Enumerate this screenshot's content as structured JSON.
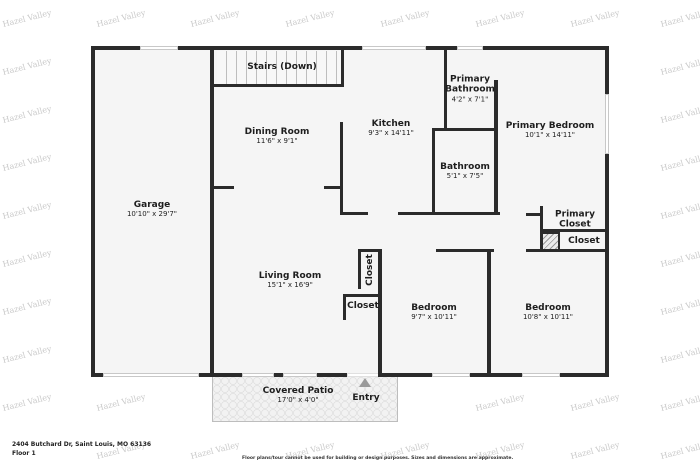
{
  "brand_watermark": "Hazel Valley",
  "floor_plan": {
    "address": "2404 Butchard Dr, Saint Louis, MO 63136",
    "floor_label": "Floor 1",
    "disclaimer": "Floor plans/tour cannot be used for building or design purposes. Sizes and dimensions are approximate.",
    "rooms": {
      "garage": {
        "name": "Garage",
        "dims": "10'10\" x 29'7\""
      },
      "stairs": {
        "name": "Stairs (Down)"
      },
      "dining": {
        "name": "Dining Room",
        "dims": "11'6\" x 9'1\""
      },
      "kitchen": {
        "name": "Kitchen",
        "dims": "9'3\" x 14'11\""
      },
      "primary_bath": {
        "name1": "Primary",
        "name2": "Bathroom",
        "dims": "4'2\" x 7'1\""
      },
      "primary_bed": {
        "name": "Primary Bedroom",
        "dims": "10'1\" x 14'11\""
      },
      "bathroom": {
        "name": "Bathroom",
        "dims": "5'1\" x 7'5\""
      },
      "primary_closet": {
        "name1": "Primary",
        "name2": "Closet"
      },
      "closet_right": {
        "name": "Closet"
      },
      "living": {
        "name": "Living Room",
        "dims": "15'1\" x 16'9\""
      },
      "closet_vertical": {
        "name": "Closet"
      },
      "closet_small": {
        "name": "Closet"
      },
      "bedroom1": {
        "name": "Bedroom",
        "dims": "9'7\" x 10'11\""
      },
      "bedroom2": {
        "name": "Bedroom",
        "dims": "10'8\" x 10'11\""
      },
      "patio": {
        "name": "Covered Patio",
        "dims": "17'0\" x 4'0\""
      },
      "entry": {
        "name": "Entry"
      }
    },
    "colors": {
      "wall": "#2b2b2b",
      "floor": "#f5f5f5",
      "background": "#ffffff"
    }
  }
}
